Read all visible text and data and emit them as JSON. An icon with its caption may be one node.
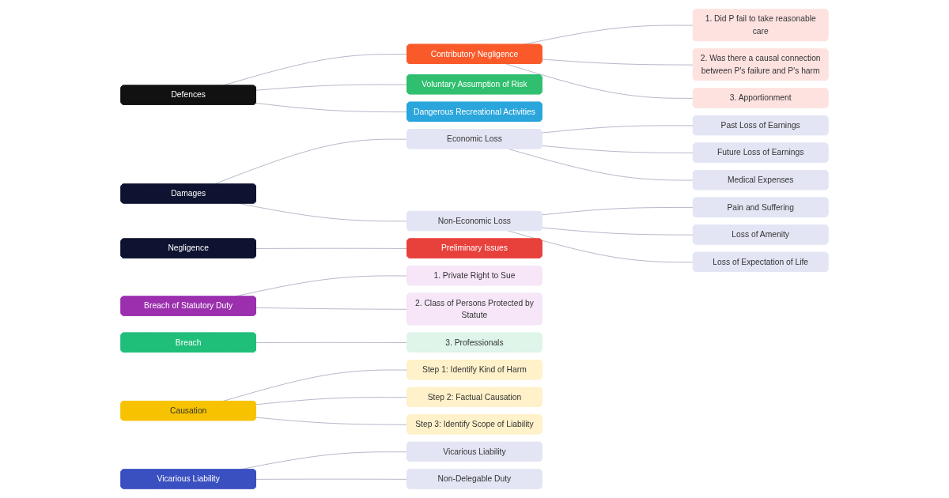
{
  "diagram": {
    "nodes": [
      {
        "text": [
          "Negligence"
        ]
      },
      {
        "text": [
          "Preliminary Issues"
        ]
      },
      {
        "text": [
          "Breach of Statutory Duty"
        ]
      },
      {
        "text": [
          "1. Private Right to Sue"
        ]
      },
      {
        "text": [
          "2. Class of Persons Protected by Statute"
        ]
      },
      {
        "text": [
          "Breach"
        ]
      },
      {
        "text": [
          "3. Professionals"
        ]
      },
      {
        "text": [
          "Causation"
        ]
      },
      {
        "text": [
          "Step 1: Identify Kind of Harm"
        ]
      },
      {
        "text": [
          "Step 2: Factual Causation"
        ]
      },
      {
        "text": [
          "Step 3: Identify Scope of Liability"
        ]
      },
      {
        "text": [
          "Defences"
        ]
      },
      {
        "text": [
          "Contributory Negligence"
        ]
      },
      {
        "text": [
          "1. Did P fail to take reasonable care"
        ]
      },
      {
        "text": [
          "2. Was there a causal connection between P's failure and P's harm"
        ]
      },
      {
        "text": [
          "3. Apportionment"
        ]
      },
      {
        "text": [
          "Voluntary Assumption of Risk"
        ]
      },
      {
        "text": [
          "Dangerous Recreational Activities"
        ]
      },
      {
        "text": [
          "Vicarious Liability"
        ]
      },
      {
        "text": [
          "Vicarious Liability"
        ]
      },
      {
        "text": [
          "Non-Delegable Duty"
        ]
      },
      {
        "text": [
          "Damages"
        ]
      },
      {
        "text": [
          "Economic Loss"
        ]
      },
      {
        "text": [
          "Past Loss of Earnings"
        ]
      },
      {
        "text": [
          "Future Loss of Earnings"
        ]
      },
      {
        "text": [
          "Medical Expenses"
        ]
      },
      {
        "text": [
          "Non-Economic Loss"
        ]
      },
      {
        "text": [
          "Pain and Suffering"
        ]
      },
      {
        "text": [
          "Loss of Amenity"
        ]
      },
      {
        "text": [
          "Loss of Expectation of Life"
        ]
      }
    ],
    "edges": [
      {
        "from": 0,
        "to": 1,
        "arrow": "none"
      },
      {
        "from": 2,
        "to": 3,
        "arrow": "none"
      },
      {
        "from": 2,
        "to": 4,
        "arrow": "none"
      },
      {
        "from": 5,
        "to": 6,
        "arrow": "none"
      },
      {
        "from": 7,
        "to": 8,
        "arrow": "none"
      },
      {
        "from": 7,
        "to": 9,
        "arrow": "none"
      },
      {
        "from": 7,
        "to": 10,
        "arrow": "none"
      },
      {
        "from": 11,
        "to": 12,
        "arrow": "none"
      },
      {
        "from": 12,
        "to": 13,
        "arrow": "none"
      },
      {
        "from": 12,
        "to": 14,
        "arrow": "none"
      },
      {
        "from": 12,
        "to": 15,
        "arrow": "none"
      },
      {
        "from": 11,
        "to": 16,
        "arrow": "none"
      },
      {
        "from": 11,
        "to": 17,
        "arrow": "none"
      },
      {
        "from": 18,
        "to": 19,
        "arrow": "none"
      },
      {
        "from": 18,
        "to": 20,
        "arrow": "none"
      },
      {
        "from": 21,
        "to": 22,
        "arrow": "none"
      },
      {
        "from": 22,
        "to": 23,
        "arrow": "none"
      },
      {
        "from": 22,
        "to": 24,
        "arrow": "none"
      },
      {
        "from": 22,
        "to": 25,
        "arrow": "none"
      },
      {
        "from": 21,
        "to": 26,
        "arrow": "none"
      },
      {
        "from": 26,
        "to": 27,
        "arrow": "none"
      },
      {
        "from": 26,
        "to": 28,
        "arrow": "none"
      },
      {
        "from": 26,
        "to": 29,
        "arrow": "none"
      }
    ]
  }
}
